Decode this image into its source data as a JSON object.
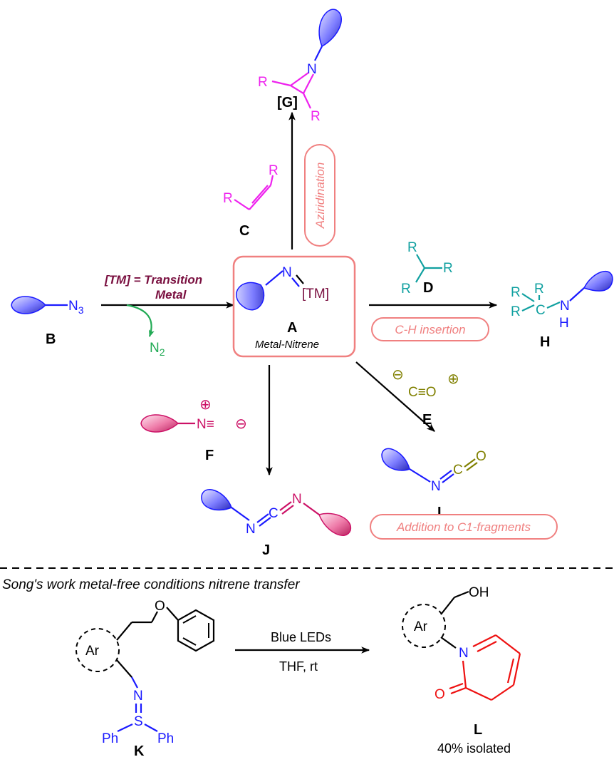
{
  "colors": {
    "blue": "#1a1aff",
    "magenta": "#ee22ee",
    "teal": "#10a0a0",
    "olive": "#808000",
    "crimson": "#cc1166",
    "green": "#22aa55",
    "red": "#ee1111",
    "pink": "#f08080",
    "maroon": "#7a1040",
    "black": "#000000"
  },
  "center": {
    "atom_n": "N",
    "atom_tm": "[TM]",
    "label": "A",
    "caption": "Metal-Nitrene"
  },
  "azide": {
    "formula": "N",
    "subscript": "3",
    "label": "B"
  },
  "tm_note": {
    "line1": "[TM] = Transition",
    "line2": "Metal"
  },
  "byproduct": {
    "formula": "N",
    "subscript": "2"
  },
  "alkene": {
    "r1": "R",
    "r2": "R",
    "label": "C"
  },
  "aziridine": {
    "n": "N",
    "r1": "R",
    "r2": "R",
    "label": "[G]"
  },
  "alkane": {
    "r1": "R",
    "r2": "R",
    "r3": "R",
    "label": "D"
  },
  "amine": {
    "r1": "R",
    "r2": "R",
    "r3": "R",
    "c": "C",
    "n": "N",
    "h": "H",
    "label": "H"
  },
  "co": {
    "minus": "⊖",
    "formula": "C≡O",
    "plus": "⊕",
    "label": "E"
  },
  "isocyanide": {
    "plus": "⊕",
    "formula": "N≡",
    "minus": "⊖",
    "label": "F"
  },
  "isocyanate": {
    "n": "N",
    "c": "C",
    "o": "O",
    "label": "I"
  },
  "carbodiimide": {
    "n1": "N",
    "c": "C",
    "n2": "N",
    "label": "J"
  },
  "pills": {
    "aziridination": "Aziridination",
    "ch_insertion": "C-H insertion",
    "addition": "Addition to C1-fragments"
  },
  "section_title": "Song's work metal-free conditions nitrene transfer",
  "reactant_k": {
    "ar": "Ar",
    "o": "O",
    "n": "N",
    "s": "S",
    "ph1": "Ph",
    "ph2": "Ph",
    "label": "K"
  },
  "conditions": {
    "line1": "Blue LEDs",
    "line2": "THF, rt"
  },
  "product_l": {
    "ar": "Ar",
    "oh": "OH",
    "n": "N",
    "o": "O",
    "label": "L",
    "yield": "40% isolated"
  }
}
